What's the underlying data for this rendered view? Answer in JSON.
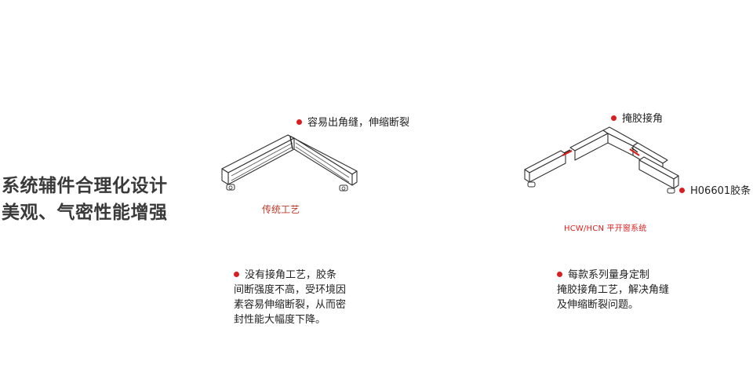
{
  "headline": {
    "line1": "系统辅件合理化设计",
    "line2": "美观、气密性能增强"
  },
  "left_panel": {
    "callout": "容易出角缝，伸缩断裂",
    "caption": "传统工艺",
    "description_lines": [
      "没有接角工艺，胶条",
      "间断强度不高，受环境因",
      "素容易伸缩断裂，从而密",
      "封性能大幅度下降。"
    ]
  },
  "right_panel": {
    "callout_top": "掩胶接角",
    "callout_right": "H06601胶条",
    "series_label": "HCW/HCN  平开窗系统",
    "description_lines": [
      "每款系列量身定制",
      "掩胶接角工艺，解决角缝",
      "及伸缩断裂问题。"
    ]
  },
  "colors": {
    "accent_dot": "#d81e1e",
    "caption_red": "#c0392b",
    "headline_gray": "#3a3a3a"
  }
}
